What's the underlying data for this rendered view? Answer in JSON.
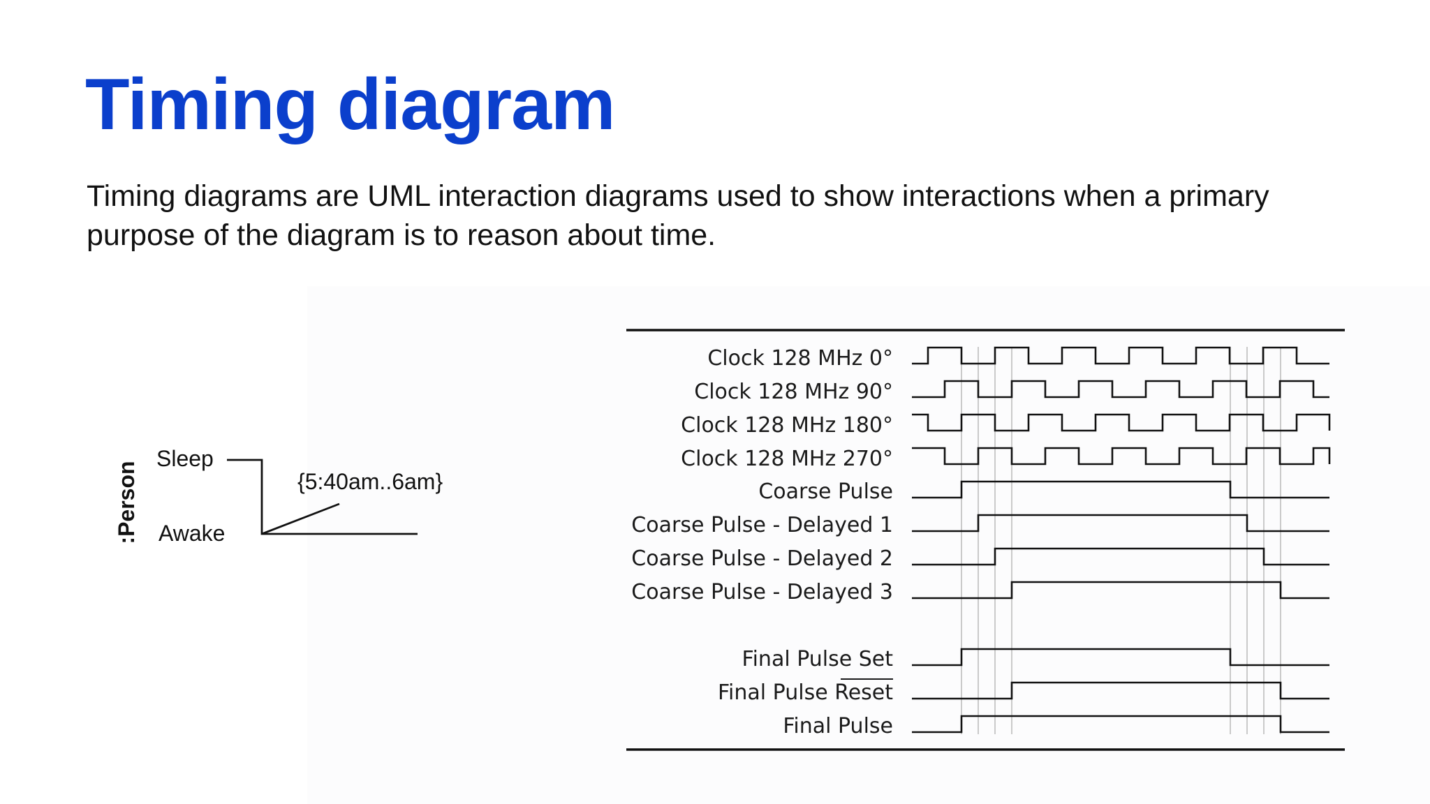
{
  "slide": {
    "title": "Timing diagram",
    "body": "Timing diagrams are UML interaction diagrams used to show interactions when a primary purpose of the diagram is to reason about time.",
    "title_color": "#0b3fcc",
    "body_color": "#111111"
  },
  "person_diagram": {
    "lifeline": ":Person",
    "states": [
      "Sleep",
      "Awake"
    ],
    "constraint": "{5:40am..6am}"
  },
  "timing_diagram": {
    "signals": [
      {
        "label": "Clock 128 MHz 0°"
      },
      {
        "label": "Clock 128 MHz 90°"
      },
      {
        "label": "Clock 128 MHz 180°"
      },
      {
        "label": "Clock 128 MHz 270°"
      },
      {
        "label": "Coarse Pulse"
      },
      {
        "label": "Coarse Pulse - Delayed 1"
      },
      {
        "label": "Coarse Pulse - Delayed 2"
      },
      {
        "label": "Coarse Pulse - Delayed 3"
      },
      {
        "label": "Final Pulse Set"
      },
      {
        "label": "Final Pulse Reset"
      },
      {
        "label": "Final Pulse"
      }
    ]
  }
}
